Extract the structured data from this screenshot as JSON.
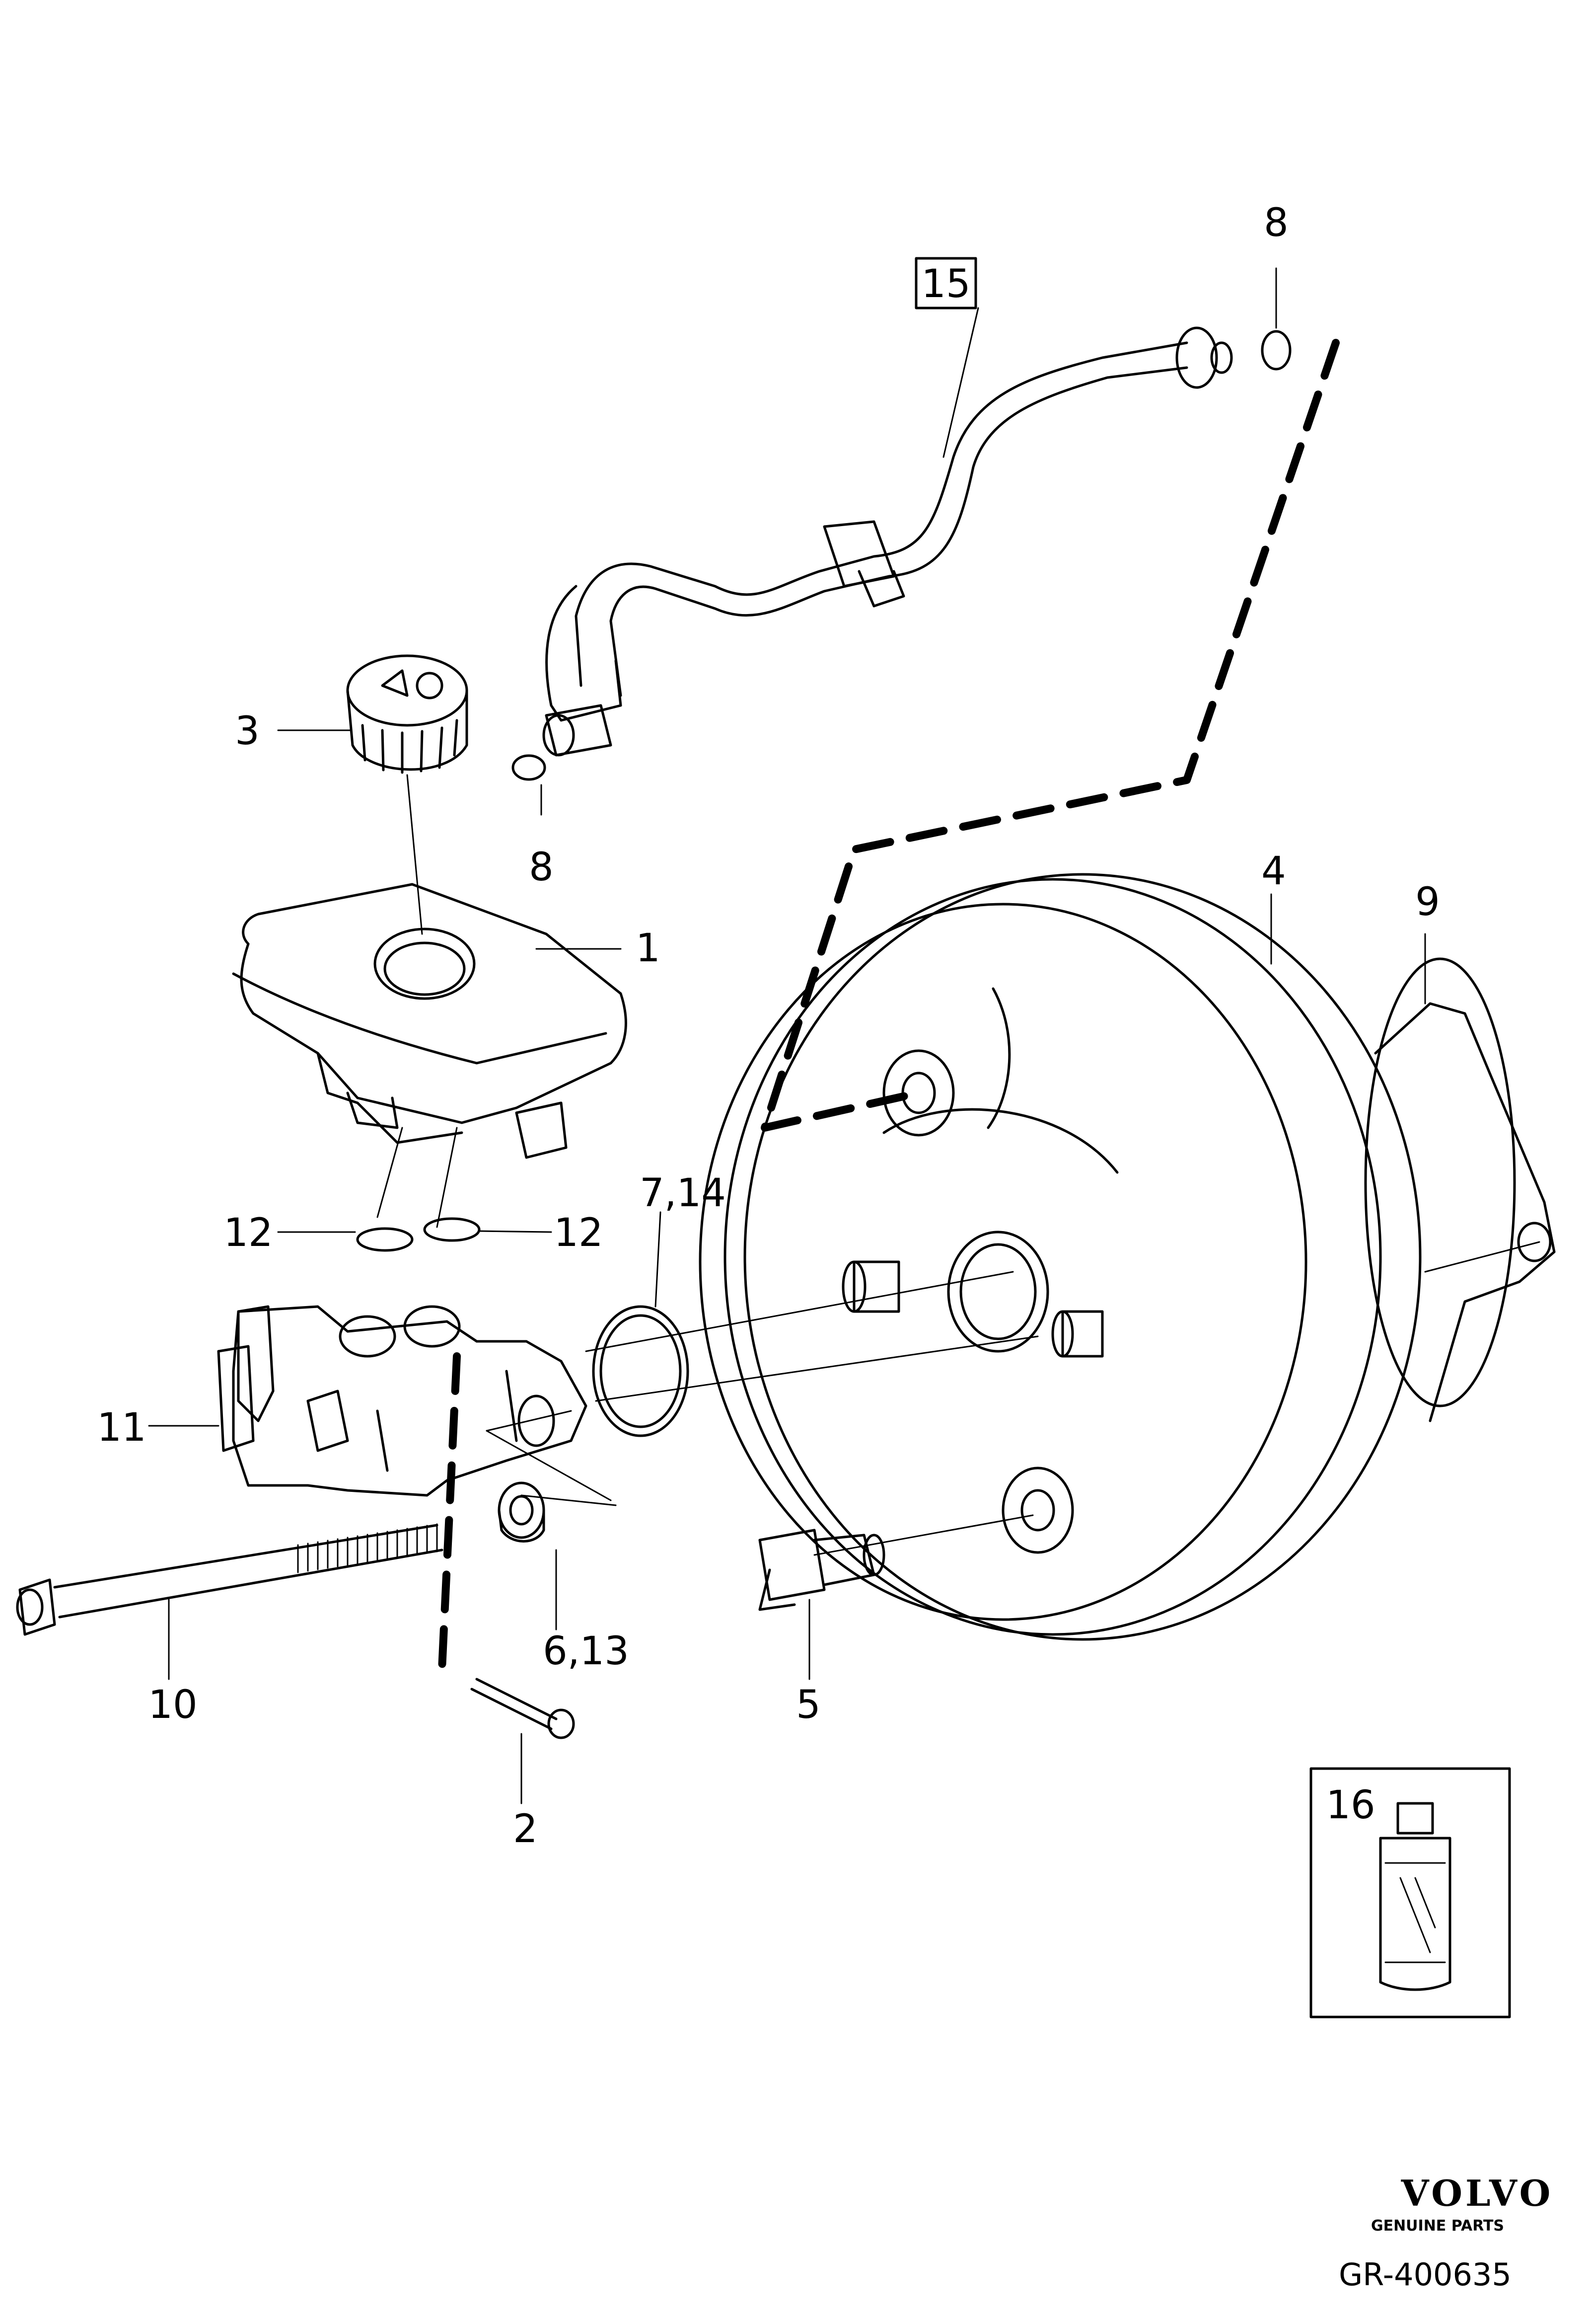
{
  "labels": {
    "l1": "1",
    "l2": "2",
    "l3": "3",
    "l4": "4",
    "l5": "5",
    "l6_13": "6,13",
    "l7_14": "7,14",
    "l8_top": "8",
    "l8_mid": "8",
    "l9": "9",
    "l10": "10",
    "l11": "11",
    "l12_left": "12",
    "l12_right": "12",
    "l15": "15",
    "l16": "16"
  },
  "footer": {
    "brand": "VOLVO",
    "brand_sub": "GENUINE PARTS",
    "ref": "GR-400635"
  }
}
